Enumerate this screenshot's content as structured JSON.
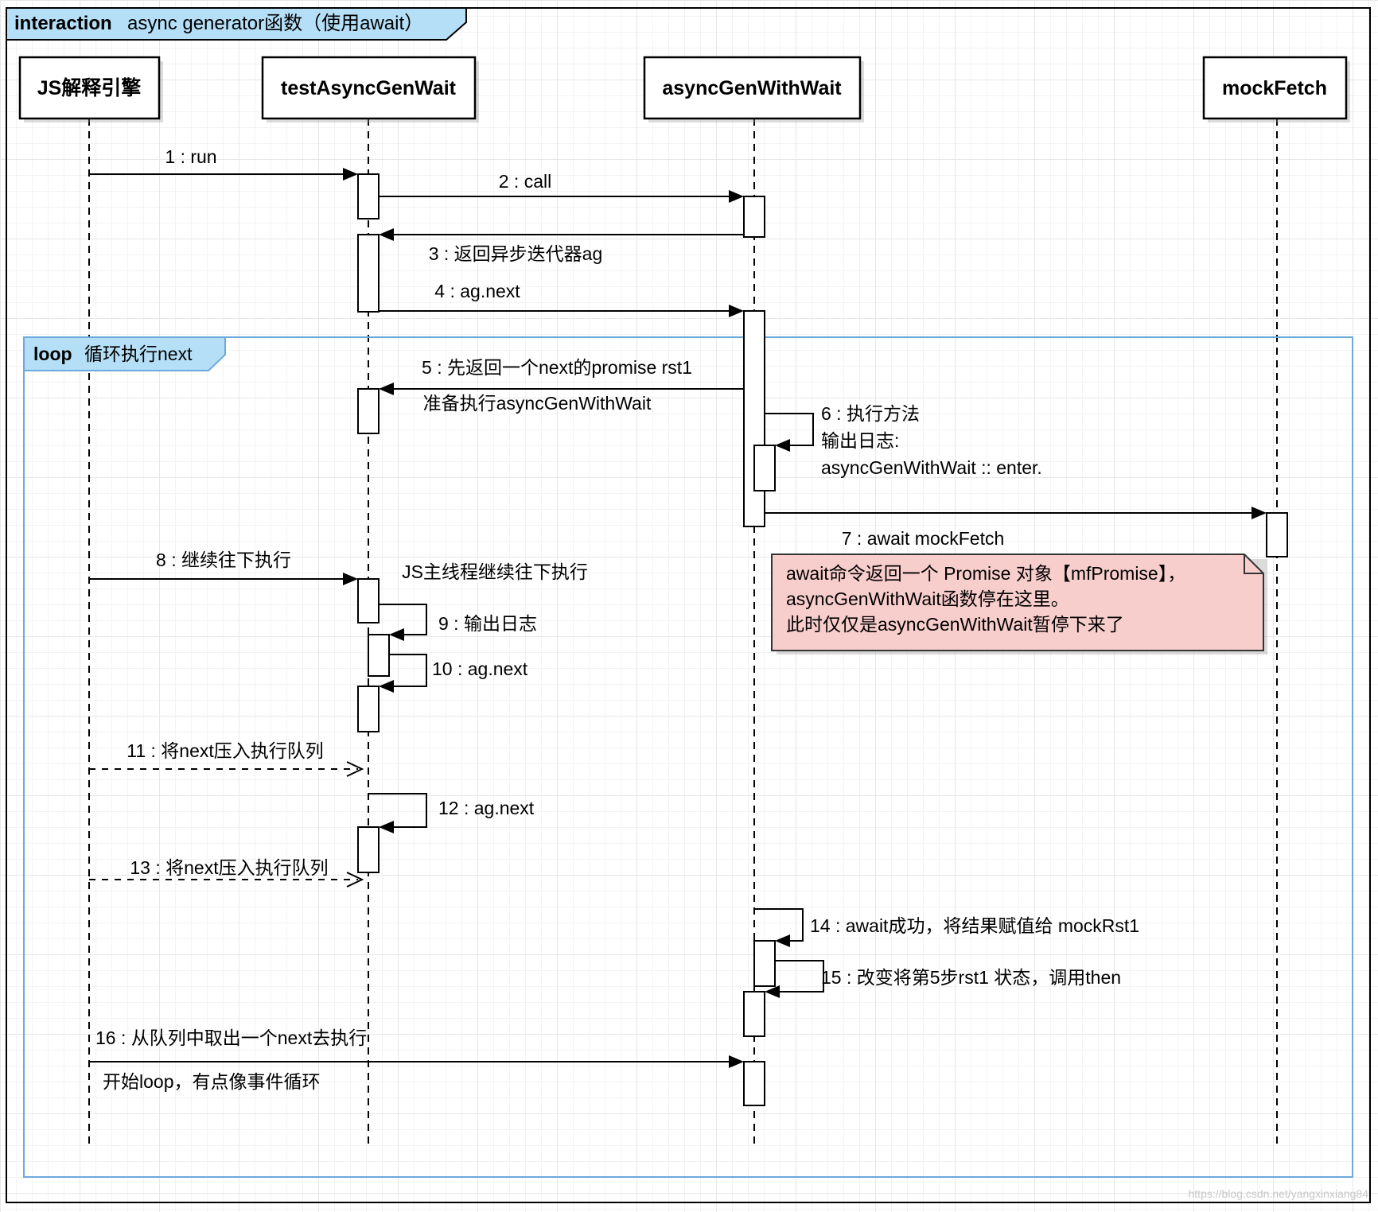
{
  "title": {
    "keyword": "interaction",
    "label": "async generator函数（使用await）"
  },
  "lifelines": [
    {
      "label": "JS解释引擎"
    },
    {
      "label": "testAsyncGenWait"
    },
    {
      "label": "asyncGenWithWait"
    },
    {
      "label": "mockFetch"
    }
  ],
  "loop_fragment": {
    "keyword": "loop",
    "label": "循环执行next"
  },
  "messages": [
    {
      "num": 1,
      "label": "1 : run"
    },
    {
      "num": 2,
      "label": "2 : call"
    },
    {
      "num": 3,
      "label": "3 : 返回异步迭代器ag"
    },
    {
      "num": 4,
      "label": "4 : ag.next"
    },
    {
      "num": 5,
      "label": "5 : 先返回一个next的promise rst1",
      "sublabel": "准备执行asyncGenWithWait"
    },
    {
      "num": 6,
      "label": "6 : 执行方法",
      "sublabel": "输出日志:",
      "sublabel2": "asyncGenWithWait :: enter."
    },
    {
      "num": 7,
      "label": "7 : await mockFetch"
    },
    {
      "num": 8,
      "label": "8 : 继续往下执行",
      "sublabel": "JS主线程继续往下执行"
    },
    {
      "num": 9,
      "label": "9 : 输出日志"
    },
    {
      "num": 10,
      "label": "10 : ag.next"
    },
    {
      "num": 11,
      "label": "11 : 将next压入执行队列"
    },
    {
      "num": 12,
      "label": "12 : ag.next"
    },
    {
      "num": 13,
      "label": "13 : 将next压入执行队列"
    },
    {
      "num": 14,
      "label": "14 : await成功，将结果赋值给 mockRst1"
    },
    {
      "num": 15,
      "label": "15 : 改变将第5步rst1 状态，调用then"
    },
    {
      "num": 16,
      "label": "16 : 从队列中取出一个next去执行",
      "sublabel": "开始loop，有点像事件循环"
    }
  ],
  "note": {
    "line1": "await命令返回一个 Promise 对象【mfPromise】，",
    "line2": "asyncGenWithWait函数停在这里。",
    "line3": "此时仅仅是asyncGenWithWait暂停下来了"
  },
  "watermark": "https://blog.csdn.net/yangxinxiang84",
  "colors": {
    "frame_blue": "#6ca9dc",
    "tab_fill": "#b5dff7",
    "note_fill": "#f8cecc"
  }
}
